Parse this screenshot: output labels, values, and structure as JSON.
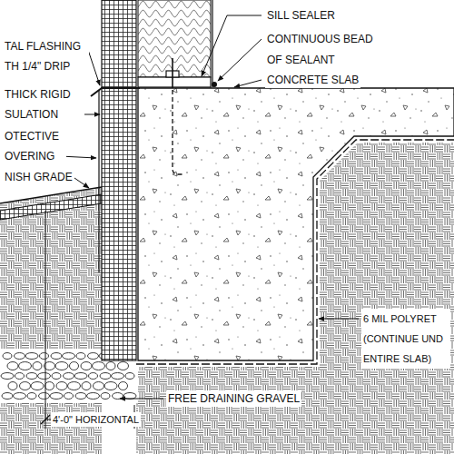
{
  "diagram": {
    "labels": [
      "TAL FLASHING TH 1/4\" DRIP",
      "THICK RIGID SULATION",
      "OTECTIVE OVERING",
      "NISH GRADE",
      "SILL SEALER",
      "CONTINUOUS BEAD OF SEALANT",
      "CONCRETE SLAB",
      "6 MIL POLYRET (CONTINUE UND ENTIRE SLAB)",
      "FREE DRAINING GRAVEL",
      "4'-0\" HORIZONTAL"
    ]
  }
}
